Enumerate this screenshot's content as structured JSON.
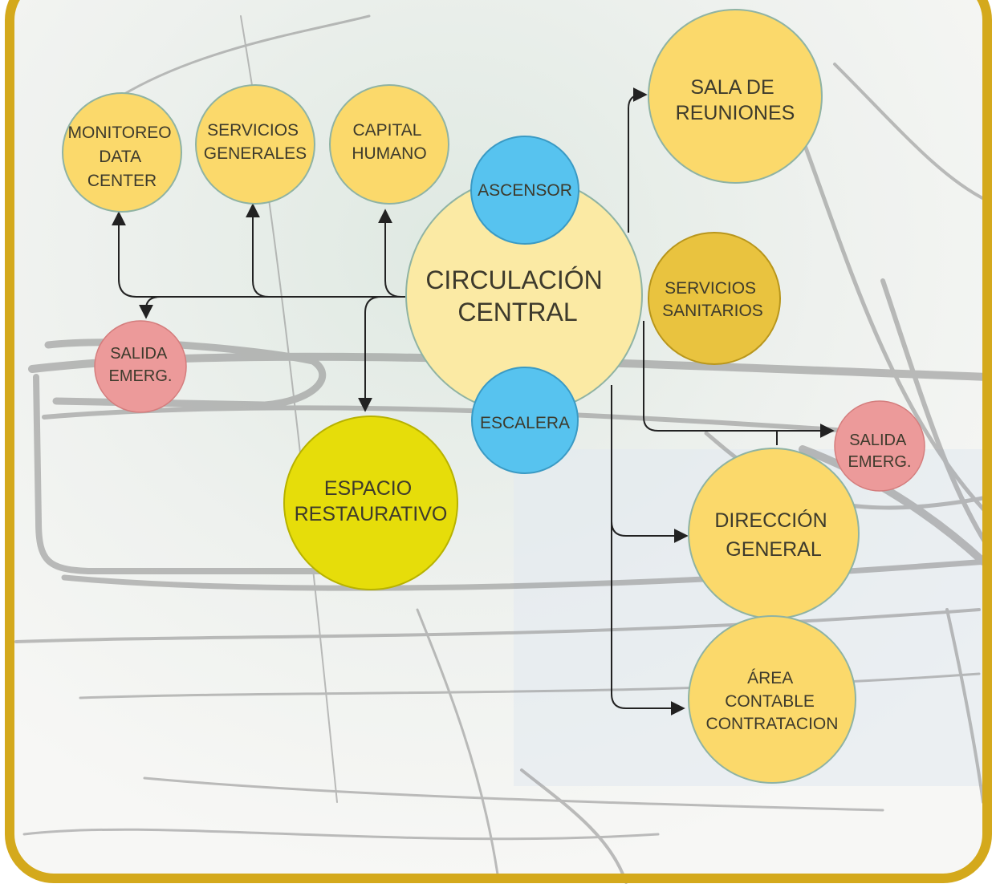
{
  "colors": {
    "frame_border": "#d4a91c",
    "node_yellow": "#fbd96b",
    "node_circulation": "#fbeaa4",
    "node_sanitarios": "#e9c33f",
    "node_restaurativo": "#e6dd0a",
    "node_blue": "#57c3ef",
    "node_red": "#ec9a9a",
    "arrow": "#222222",
    "sketch": "#8a8a8a"
  },
  "nodes": {
    "monitoreo": [
      "MONITOREO",
      "DATA",
      "CENTER"
    ],
    "servicios_generales": [
      "SERVICIOS",
      "GENERALES"
    ],
    "capital_humano": [
      "CAPITAL",
      "HUMANO"
    ],
    "ascensor": [
      "ASCENSOR"
    ],
    "circulacion": [
      "CIRCULACIÓN",
      "CENTRAL"
    ],
    "escalera": [
      "ESCALERA"
    ],
    "sala_reuniones": [
      "SALA DE",
      "REUNIONES"
    ],
    "servicios_sanitarios": [
      "SERVICIOS",
      "SANITARIOS"
    ],
    "salida_left": [
      "SALIDA",
      "EMERG."
    ],
    "salida_right": [
      "SALIDA",
      "EMERG."
    ],
    "espacio_restaurativo": [
      "ESPACIO",
      "RESTAURATIVO"
    ],
    "direccion_general": [
      "DIRECCIÓN",
      "GENERAL"
    ],
    "area_contable": [
      "ÁREA",
      "CONTABLE",
      "CONTRATACION"
    ]
  }
}
